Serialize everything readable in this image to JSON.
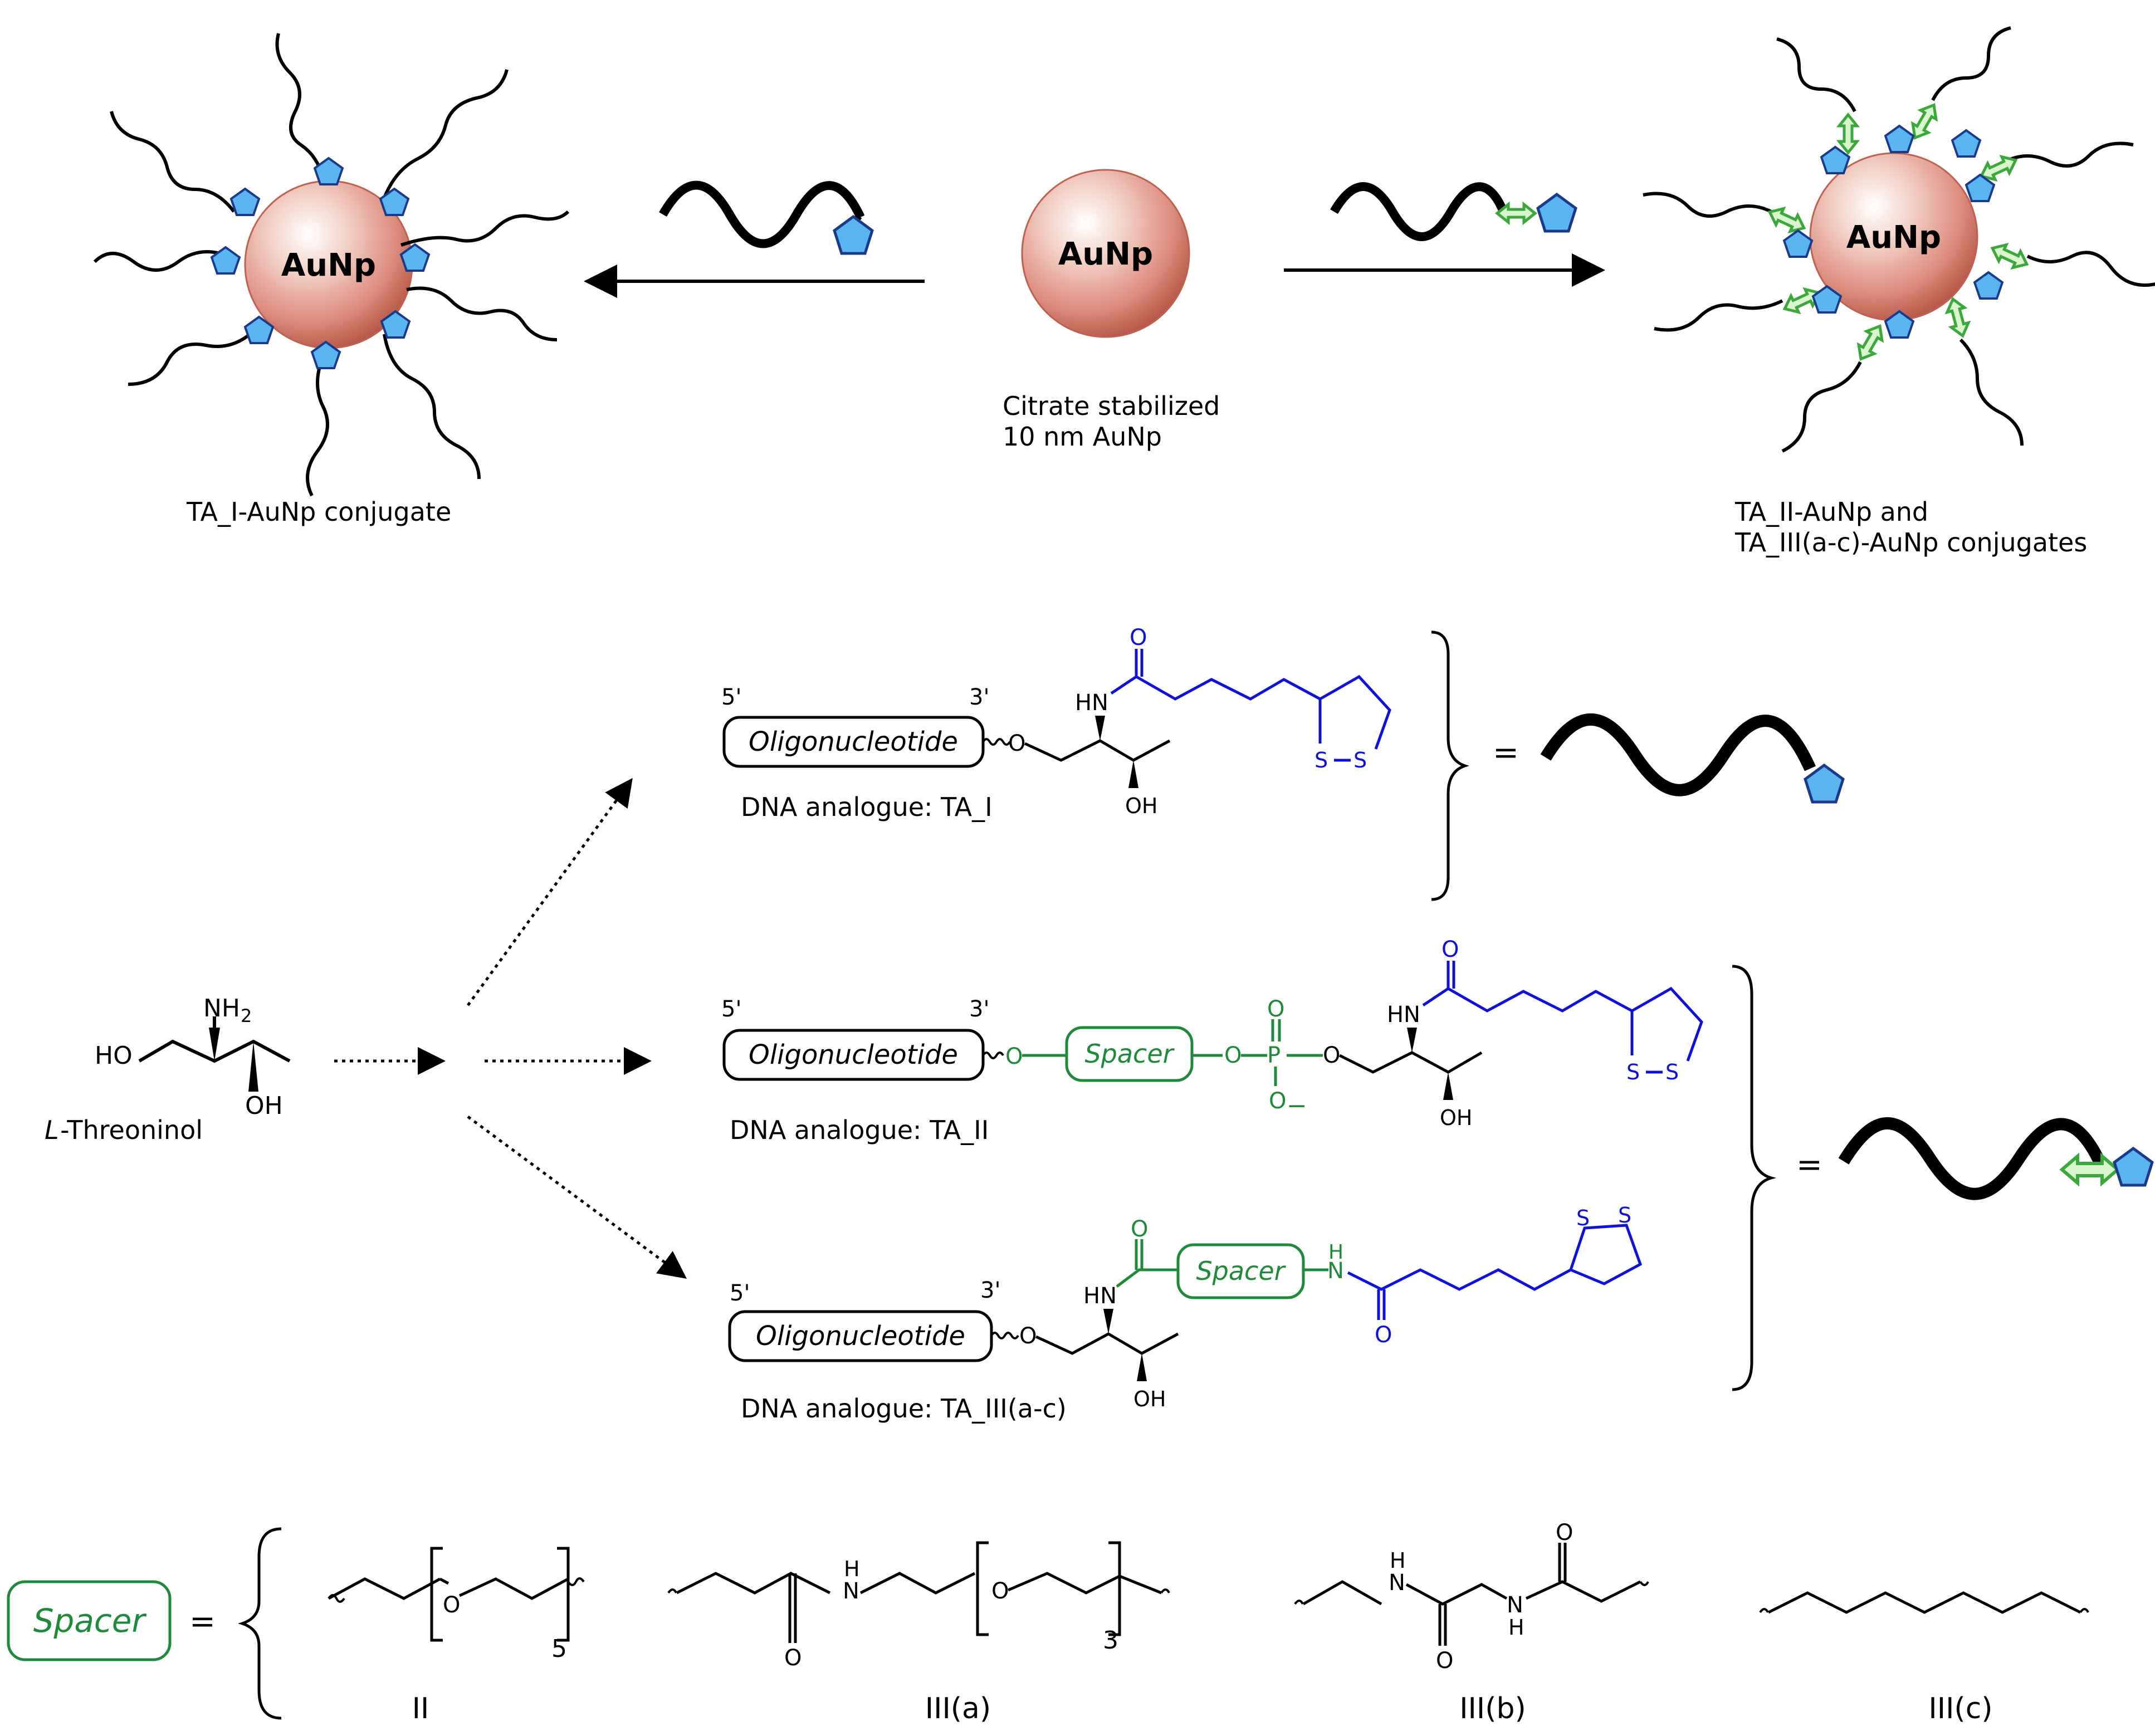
{
  "colors": {
    "black": "#000000",
    "linker_blue": "#1010dd",
    "spacer_green": "#1f8a3c",
    "arrow_green": "#66cc44",
    "pentagon_blue": "#5ab4f0",
    "gold_particle": "#d87a6a"
  },
  "top": {
    "center_particle_label": "AuNp",
    "center_caption_line1": "Citrate stabilized",
    "center_caption_line2": "10 nm AuNp",
    "left_particle_label": "AuNp",
    "left_caption": "TA_I-AuNp conjugate",
    "right_particle_label": "AuNp",
    "right_caption_line1": "TA_II-AuNp  and",
    "right_caption_line2": "TA_III(a-c)-AuNp conjugates"
  },
  "threoninol": {
    "nh2": "NH",
    "nh2_sub": "2",
    "ho": "HO",
    "oh": "OH",
    "name_prefix": "L",
    "name_suffix": "-Threoninol"
  },
  "analogues": {
    "five_prime": "5'",
    "three_prime": "3'",
    "oligo_label": "Oligonucleotide",
    "spacer_label": "Spacer",
    "ta1_caption": "DNA analogue: TA_I",
    "ta2_caption": "DNA analogue: TA_II",
    "ta3_caption": "DNA analogue: TA_III(a-c)",
    "atom_O": "O",
    "atom_N": "N",
    "atom_H": "H",
    "atom_HN": "HN",
    "atom_OH": "OH",
    "atom_P": "P",
    "atom_S": "S",
    "minus": "−",
    "equals": "="
  },
  "spacers": {
    "spacer_label": "Spacer",
    "equals": "=",
    "subscript_5": "5",
    "subscript_3": "3",
    "label_II": "II",
    "label_IIIa": "III(a)",
    "label_IIIb": "III(b)",
    "label_IIIc": "III(c)"
  }
}
